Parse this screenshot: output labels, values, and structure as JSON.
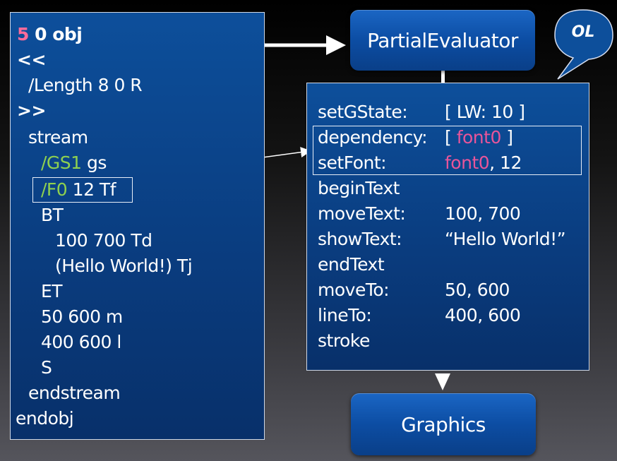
{
  "code": {
    "obj_num": "5",
    "obj_rest": " 0 obj",
    "open_dict": "<<",
    "length": "/Length 8 0 R",
    "close_dict": ">>",
    "stream": "stream",
    "gs_name": "/GS1",
    "gs_op": " gs",
    "font_name": "/F0",
    "font_op": " 12 Tf",
    "bt": "BT",
    "td": "100 700 Td",
    "tj": "(Hello World!) Tj",
    "et": "ET",
    "m": "50 600 m",
    "l": "400 600 l",
    "s": "S",
    "endstream": "endstream",
    "endobj": "endobj"
  },
  "evaluator": {
    "label": "PartialEvaluator"
  },
  "ol_callout": {
    "label": "OL"
  },
  "operator_list": [
    {
      "op": "setGState:",
      "args": "[ LW: 10 ]"
    },
    {
      "op": "dependency:",
      "args_pre": "[ ",
      "args_hl": "font0",
      "args_post": " ]"
    },
    {
      "op": "setFont:",
      "args_pre": "",
      "args_hl": "font0",
      "args_post": ", 12"
    },
    {
      "op": "beginText",
      "args": ""
    },
    {
      "op": "moveText:",
      "args": "100, 700"
    },
    {
      "op": "showText:",
      "args": "“Hello World!”"
    },
    {
      "op": "endText",
      "args": ""
    },
    {
      "op": "moveTo:",
      "args": "50, 600"
    },
    {
      "op": "lineTo:",
      "args": "400, 600"
    },
    {
      "op": "stroke",
      "args": ""
    }
  ],
  "graphics": {
    "label": "Graphics"
  },
  "colors": {
    "object_number": "#ff6b9a",
    "resource_name": "#8fd14f",
    "font_highlight": "#e8559a",
    "panel_blue": "#0a3d80"
  }
}
